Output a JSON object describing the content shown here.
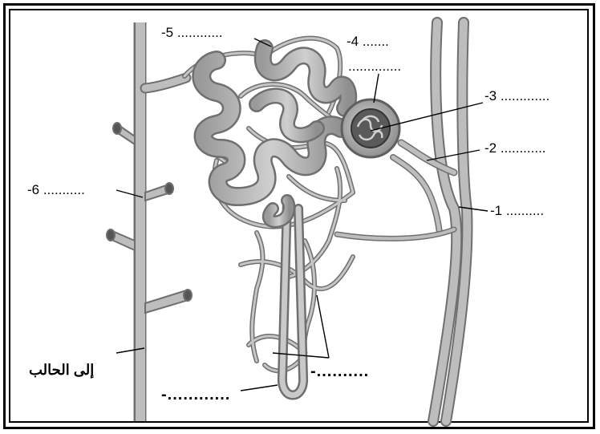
{
  "labels": {
    "l1": "-1 ..........",
    "l2": "-2 ............",
    "l3": "-3 .............",
    "l4a": "-4 .......",
    "l4b": "..............",
    "l5": "-5 ............",
    "l6": "-6 ...........",
    "l7": "-..........",
    "l8": "-............"
  },
  "ureter_label": "إلى الحالب",
  "colors": {
    "tube_fill": "#b9b9b9",
    "tube_edge": "#6f6f6f",
    "glomerulus": "#6a6a6a",
    "text": "#000000"
  }
}
